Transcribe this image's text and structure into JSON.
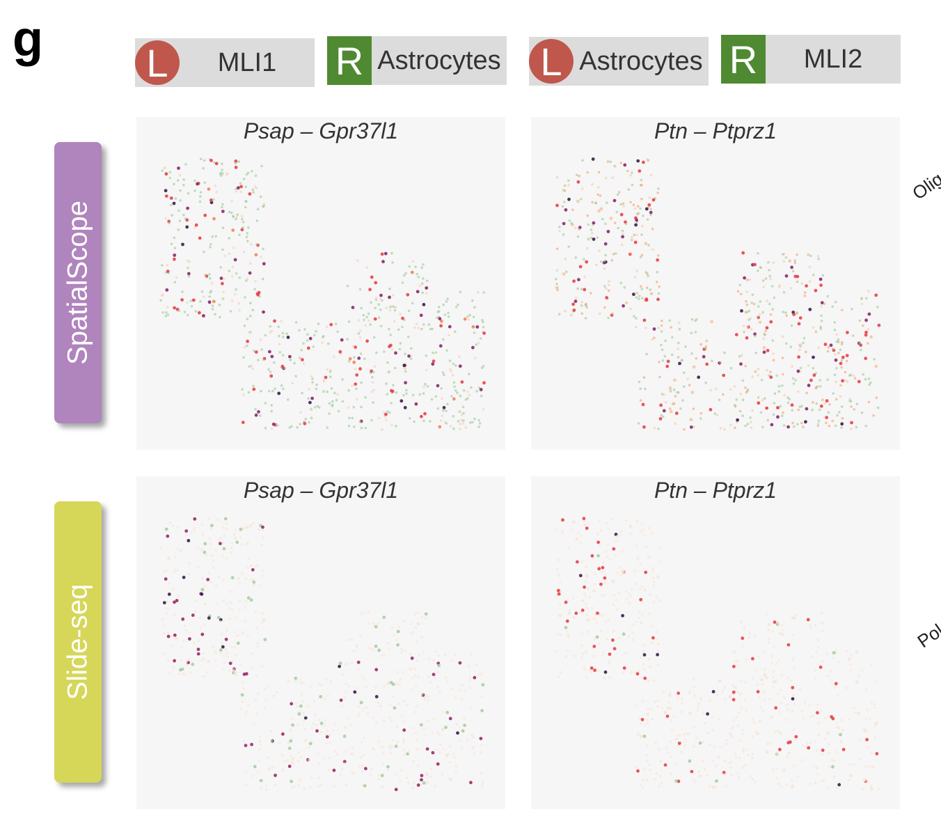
{
  "panel_letter": "g",
  "pairs": [
    {
      "ligand_badge": "L",
      "ligand": "MLI1",
      "receptor_badge": "R",
      "receptor": "Astrocytes"
    },
    {
      "ligand_badge": "L",
      "ligand": "Astrocytes",
      "receptor_badge": "R",
      "receptor": "MLI2"
    }
  ],
  "rows": [
    {
      "label": "SpatialScope",
      "color": "#b084bd"
    },
    {
      "label": "Slide-seq",
      "color": "#d6d659"
    }
  ],
  "panels": [
    {
      "title": "Psap – Gpr37l1",
      "row": 0,
      "palette": [
        "#9cc99a",
        "#9cc99a",
        "#9cc99a",
        "#f5cfb5",
        "#e8424a",
        "#8a2a6a",
        "#3a1f4a",
        "#f08a5a"
      ]
    },
    {
      "title": "Ptn – Ptprz1",
      "row": 0,
      "palette": [
        "#9cc99a",
        "#9cc99a",
        "#f5c9a8",
        "#f5a070",
        "#e8424a",
        "#8a2a6a",
        "#3a1f4a",
        "#f5c9a8"
      ]
    },
    {
      "title": "Psap – Gpr37l1",
      "row": 1,
      "palette": [
        "#f8e4d6",
        "#f8e4d6",
        "#f8e4d6",
        "#f8e4d6",
        "#a8cfa4",
        "#9a2a6a",
        "#3a1f4a",
        "#f8e4d6"
      ]
    },
    {
      "title": "Ptn – Ptprz1",
      "row": 1,
      "palette": [
        "#f8e4d6",
        "#f8e4d6",
        "#f8e4d6",
        "#f8e4d6",
        "#e8424a",
        "#f8e4d6",
        "#3a1f4a",
        "#a8cfa4"
      ]
    }
  ],
  "side_labels": [
    "Olig",
    "Pol"
  ]
}
